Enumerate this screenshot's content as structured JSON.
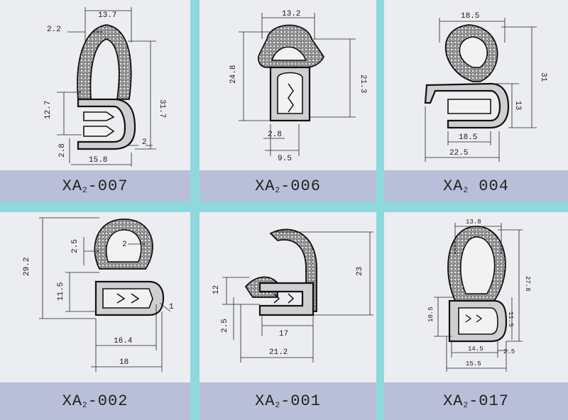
{
  "products": [
    {
      "code_prefix": "XA",
      "code_sub": "2",
      "code_suffix": "-007",
      "dims": {
        "top": "13.7",
        "lip": "2.2",
        "height": "31.7",
        "clamp": "12.7",
        "base_gap": "2.8",
        "base": "15.8",
        "wall": "2"
      }
    },
    {
      "code_prefix": "XA",
      "code_sub": "2",
      "code_suffix": "-006",
      "dims": {
        "top": "13.2",
        "height": "24.8",
        "inner_height": "21.3",
        "wall": "2.8",
        "base": "9.5"
      }
    },
    {
      "code_prefix": "XA",
      "code_sub": "2",
      "code_suffix": " 004",
      "dims": {
        "top": "18.5",
        "height": "31",
        "clamp": "13",
        "inner": "18.5",
        "base": "22.5"
      }
    },
    {
      "code_prefix": "XA",
      "code_sub": "2",
      "code_suffix": "-002",
      "dims": {
        "height": "29.2",
        "gap": "2.5",
        "wall": "2",
        "clamp": "11.5",
        "inner": "16.4",
        "base": "18",
        "lip": "1"
      }
    },
    {
      "code_prefix": "XA",
      "code_sub": "2",
      "code_suffix": "-001",
      "dims": {
        "height": "23",
        "clamp": "12",
        "gap": "2.5",
        "inner": "17",
        "base": "21.2"
      }
    },
    {
      "code_prefix": "XA",
      "code_sub": "2",
      "code_suffix": "-017",
      "dims": {
        "top": "13.8",
        "height": "27.8",
        "clamp_left": "10.5",
        "clamp_right": "11.5",
        "inner": "14.5",
        "wall": "2.5",
        "base": "15.5"
      }
    }
  ]
}
